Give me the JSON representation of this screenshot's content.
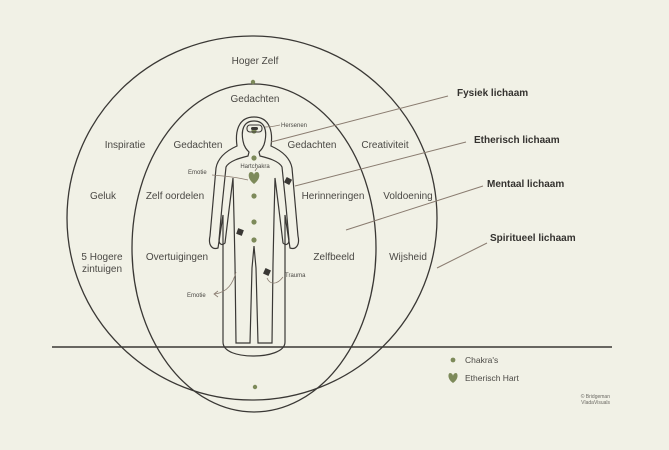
{
  "colors": {
    "background": "#f1f1e6",
    "line": "#3a3835",
    "chakra": "#7d8a5a",
    "pointer": "#8a7c70"
  },
  "outer_labels": {
    "hoger_zelf": "Hoger Zelf",
    "inspiratie": "Inspiratie",
    "geluk": "Geluk",
    "hogere_zintuigen_1": "5 Hogere",
    "hogere_zintuigen_2": "zintuigen"
  },
  "inner_labels": {
    "gedachten_top": "Gedachten",
    "gedachten_left": "Gedachten",
    "gedachten_right": "Gedachten",
    "zelf_oordelen": "Zelf oordelen",
    "overtuigingen": "Overtuigingen",
    "herinneringen": "Herinneringen",
    "zelfbeeld": "Zelfbeeld"
  },
  "right_labels": {
    "creativiteit": "Creativiteit",
    "voldoening": "Voldoening",
    "wijsheid": "Wijsheid"
  },
  "small_labels": {
    "hersenen": "Hersenen",
    "hartchakra": "Hartchakra",
    "emotie_top": "Emotie",
    "emotie_bottom": "Emotie",
    "trauma": "Trauma"
  },
  "callouts": {
    "fysiek": "Fysiek lichaam",
    "etherisch": "Etherisch lichaam",
    "mentaal": "Mentaal lichaam",
    "spiritueel": "Spiritueel lichaam"
  },
  "legend": {
    "chakras": "Chakra's",
    "etherisch_hart": "Etherisch Hart"
  },
  "credit": {
    "line1": "© Bridgeman",
    "line2": "VladaVisuals"
  }
}
